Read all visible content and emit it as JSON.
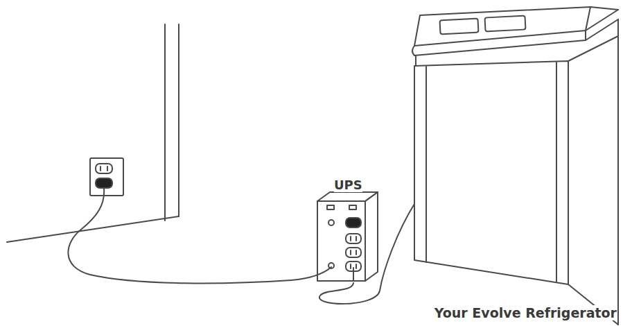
{
  "diagram": {
    "nodes": [
      {
        "text": [
          "UPS"
        ]
      },
      {
        "text": [
          "Your Evolve Refrigerator"
        ]
      }
    ],
    "edges": [
      {
        "from": 1,
        "to": 0,
        "arrow": "none"
      }
    ]
  }
}
